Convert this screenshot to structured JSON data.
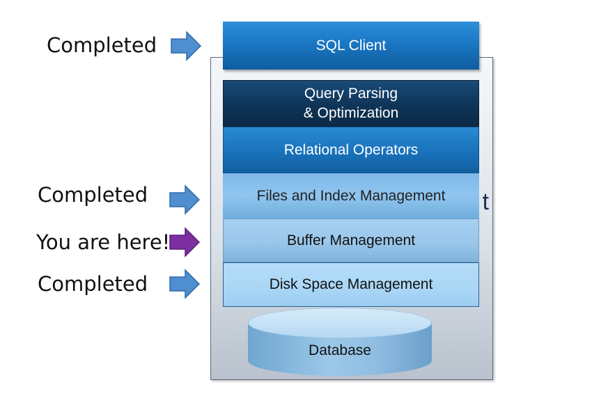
{
  "layers": {
    "sql_client": "SQL Client",
    "query_parsing": "Query Parsing\n& Optimization",
    "relational_operators": "Relational Operators",
    "files_index": "Files and Index Management",
    "buffer": "Buffer Management",
    "disk_space": "Disk Space Management",
    "database": "Database"
  },
  "obscured_title_fragment": "t",
  "status_labels": {
    "sql_client": "Completed",
    "files_index": "Completed",
    "buffer": "You are here!",
    "disk_space": "Completed"
  },
  "colors": {
    "completed_arrow": "#4f8fd0",
    "current_arrow": "#7b2fa0"
  }
}
